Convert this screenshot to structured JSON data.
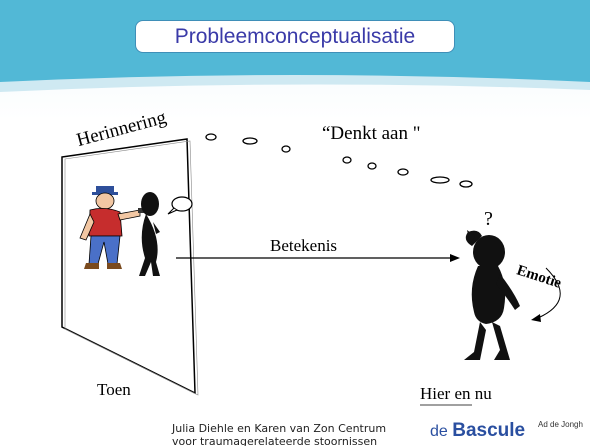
{
  "slide": {
    "title": "Probleemconceptualisatie",
    "labels": {
      "herinnering": "Herinnering",
      "denkt_aan": "“Denkt aan \"",
      "betekenis": "Betekenis",
      "emotie": "Emotie",
      "toen": "Toen",
      "hier_en_nu": "Hier en nu"
    },
    "footer": "Julia Diehle en Karen van Zon Centrum voor traumagerelateerde stoornissen",
    "logo": {
      "de": "de",
      "bascule": "Bascule"
    },
    "credit": "Ad de Jongh"
  },
  "colors": {
    "header": "#52b8d6",
    "title_text": "#3a3aa8",
    "logo": "#2a4fa0"
  }
}
